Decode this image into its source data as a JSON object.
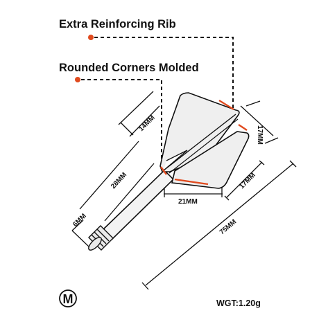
{
  "callouts": {
    "rib": "Extra Reinforcing Rib",
    "corners": "Rounded Corners Molded"
  },
  "dimensions": {
    "d14": "14MM",
    "d17_side": "17MM",
    "d28": "28MM",
    "d21": "21MM",
    "d17_bottom": "17MM",
    "d6": "6MM",
    "d75": "75MM"
  },
  "size_badge": "M",
  "weight": "WGT:1.20g",
  "colors": {
    "accent": "#e04a1e",
    "line": "#111111",
    "flight_fill": "#eeeeee"
  }
}
